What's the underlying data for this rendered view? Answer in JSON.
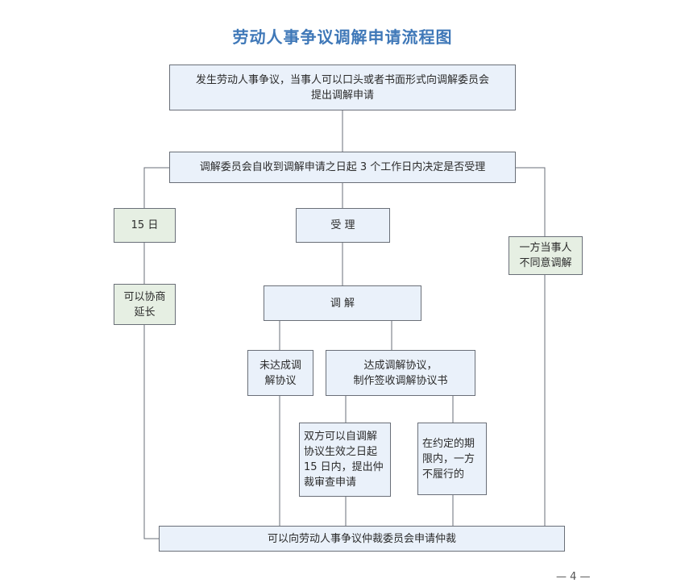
{
  "title": "劳动人事争议调解申请流程图",
  "nodes": {
    "apply": "发生劳动人事争议，当事人可以口头或者书面形式向调解委员会\n提出调解申请",
    "decide": "调解委员会自收到调解申请之日起 3 个工作日内决定是否受理",
    "days15": "15 日",
    "extend": "可以协商\n延长",
    "accept": "受  理",
    "refuse": "一方当事人\n不同意调解",
    "mediate": "调  解",
    "no_agreement": "未达成调\n解协议",
    "agreement": "达成调解协议，\n制作签收调解协议书",
    "review": "双方可以自调解\n协议生效之日起\n15 日内，提出仲\n裁审查申请",
    "default": "在约定的期\n限内，一方\n不履行的",
    "arbitration": "可以向劳动人事争议仲裁委员会申请仲裁"
  },
  "page_number": "— 4 —",
  "colors": {
    "title": "#3f78b8",
    "box_blue": "#eaf1fa",
    "box_green": "#e6efe3",
    "border": "#6a6f78"
  }
}
